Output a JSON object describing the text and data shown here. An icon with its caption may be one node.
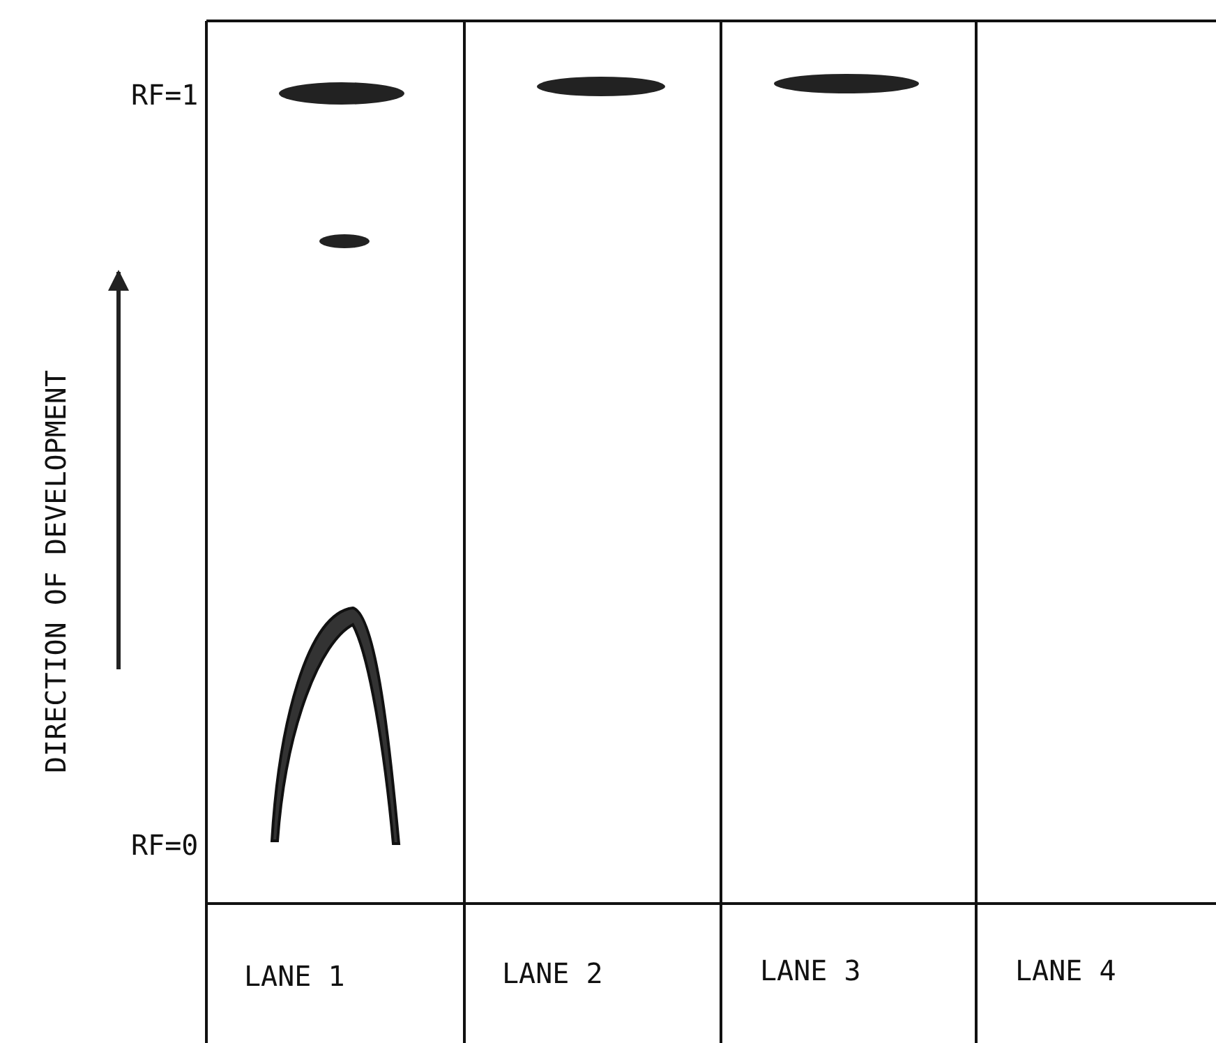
{
  "diagram": {
    "labels": [
      "RF=1",
      "RF=0",
      "DIRECTION OF DEVELOPMENT",
      "LANE 1",
      "LANE 2",
      "LANE 3",
      "LANE 4"
    ]
  }
}
